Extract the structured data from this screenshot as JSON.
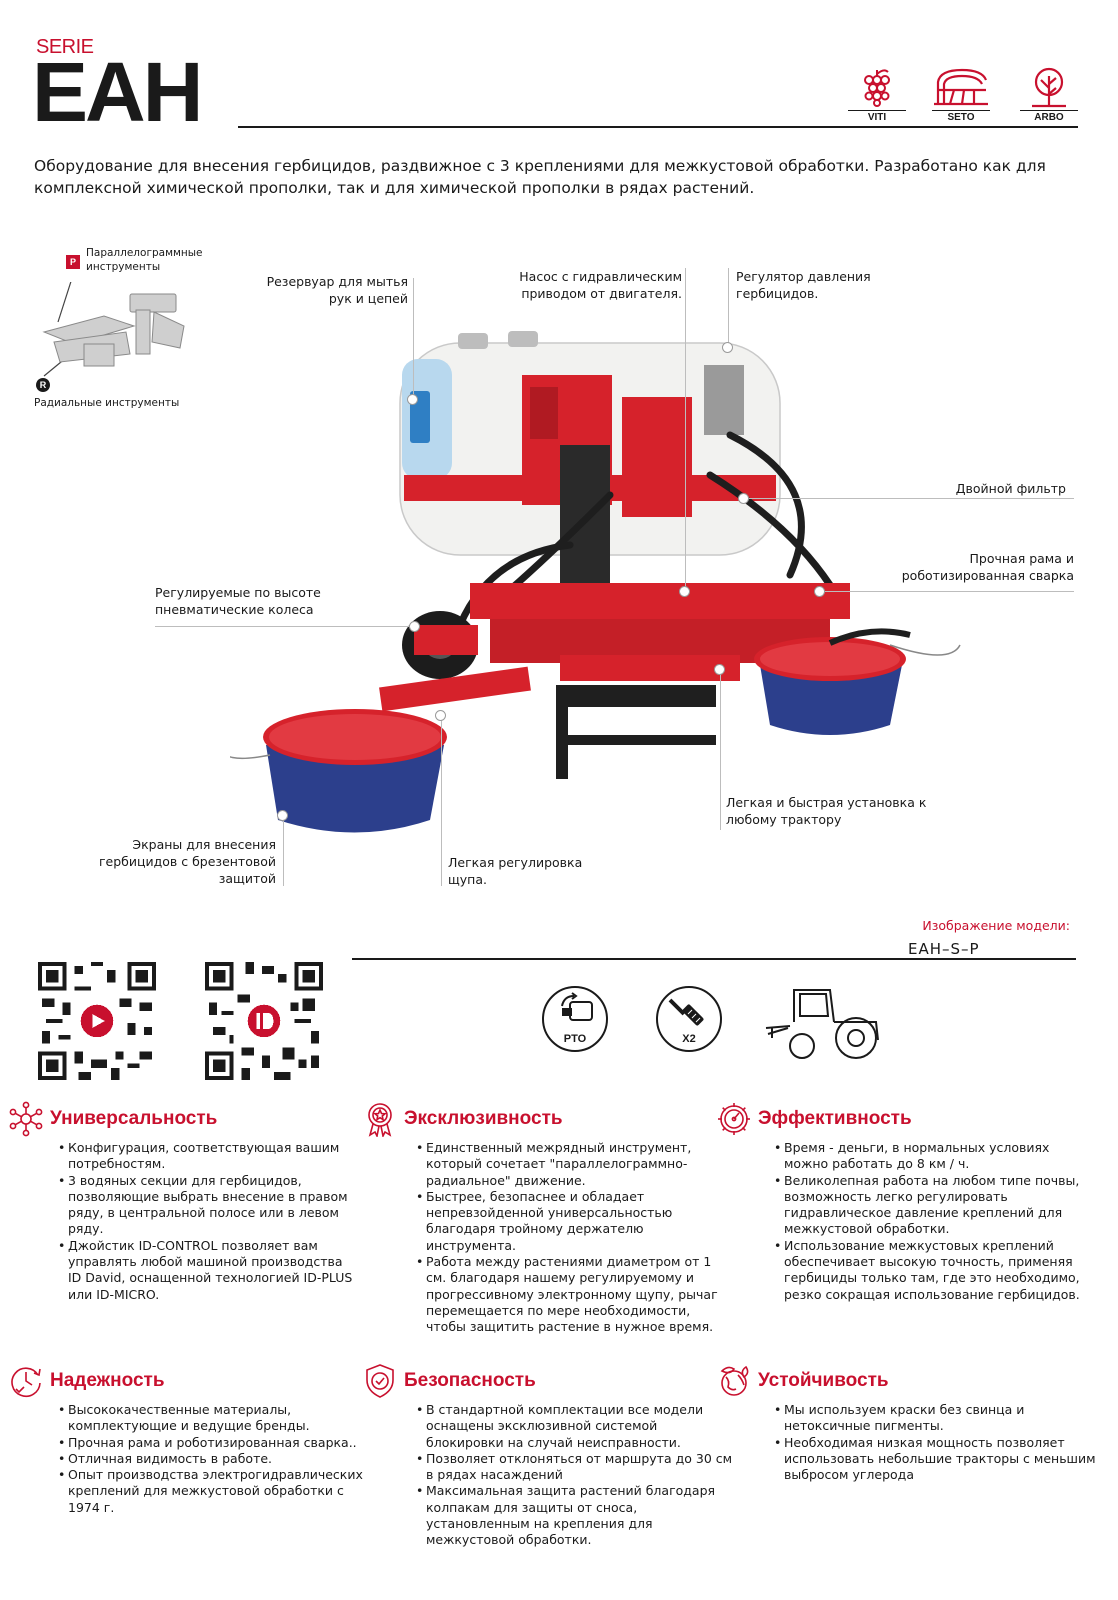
{
  "header": {
    "series_label": "SERIE",
    "title": "EAH",
    "categories": [
      {
        "label": "VITI",
        "icon": "grape-icon"
      },
      {
        "label": "SETO",
        "icon": "orchard-tunnel-icon"
      },
      {
        "label": "ARBO",
        "icon": "tree-icon"
      }
    ]
  },
  "intro": "Оборудование для внесения гербицидов, раздвижное с 3 креплениями для межкустовой обработки. Разработано как для комплексной химической прополки, так и для химической прополки в рядах растений.",
  "inset": {
    "parallel_badge": "P",
    "parallel_label": "Параллелограммные инструменты",
    "radial_badge": "R",
    "radial_label": "Радиальные инструменты"
  },
  "callouts": {
    "wash_tank": "Резервуар для мытья рук и цепей",
    "pump": "Насос с гидравлическим приводом от двигателя.",
    "pressure_regulator": "Регулятор давления гербицидов.",
    "double_filter": "Двойной фильтр",
    "frame": "Прочная рама и роботизированная сварка",
    "wheels": "Регулируемые по высоте пневматические колеса",
    "install": "Легкая и быстрая установка к любому трактору",
    "screens": "Экраны для внесения гербицидов с брезентовой защитой",
    "probe": "Легкая регулировка щупа."
  },
  "model": {
    "label": "Изображение модели:",
    "value": "EAH–S–P"
  },
  "requirements": {
    "pto_label": "PTO",
    "hydraulic_label": "X2"
  },
  "features": [
    {
      "title": "Универсальность",
      "icon": "network-icon",
      "items": [
        "Конфигурация, соответствующая вашим потребностям.",
        "3 водяных секции для гербицидов, позволяющие выбрать внесение в правом ряду, в центральной полосе или в левом ряду.",
        "Джойстик ID-CONTROL позволяет вам управлять любой машиной производства ID David, оснащенной технологией ID-PLUS или ID-MICRO."
      ]
    },
    {
      "title": "Эксклюзивность",
      "icon": "award-ribbon-icon",
      "items": [
        "Единственный межрядный инструмент, который сочетает \"параллелограммно-радиальное\" движение.",
        "Быстрее, безопаснее и обладает непревзойденной универсальностью благодаря тройному держателю инструмента.",
        "Работа между растениями диаметром от 1 см. благодаря нашему регулируемому и прогрессивному электронному щупу, рычаг перемещается по мере необходимости, чтобы защитить растение в нужное время."
      ]
    },
    {
      "title": "Эффективность",
      "icon": "gauge-gear-icon",
      "items": [
        "Время - деньги, в нормальных условиях можно работать до 8 км / ч.",
        "Великолепная работа на любом типе почвы, возможность легко регулировать гидравлическое давление креплений для межкустовой обработки.",
        "Использование межкустовых креплений обеспечивает высокую точность, применяя гербициды только там, где это необходимо, резко сокращая использование гербицидов."
      ]
    },
    {
      "title": "Надежность",
      "icon": "clock-check-icon",
      "items": [
        "Высококачественные материалы, комплектующие и ведущие бренды.",
        "Прочная рама и роботизированная сварка..",
        "Отличная видимость в работе.",
        "Опыт производства электрогидравлических креплений для межкустовой обработки с 1974 г."
      ]
    },
    {
      "title": "Безопасность",
      "icon": "shield-check-icon",
      "items": [
        "В стандартной комплектации все модели оснащены эксклюзивной системой блокировки на случай неисправности.",
        "Позволяет отклоняться от маршрута до 30 см в рядах насаждений",
        "Максимальная защита растений благодаря колпакам для защиты от сноса, установленным на крепления для межкустовой обработки."
      ]
    },
    {
      "title": "Устойчивость",
      "icon": "globe-leaf-icon",
      "items": [
        "Мы используем краски без свинца и нетоксичные пигменты.",
        "Необходимая низкая мощность позволяет использовать небольшие тракторы с меньшим выбросом углерода"
      ]
    }
  ],
  "colors": {
    "accent": "#c8102e",
    "text": "#1a1a1a",
    "machine_red": "#d6222b",
    "hood_blue": "#2c3f8c"
  }
}
